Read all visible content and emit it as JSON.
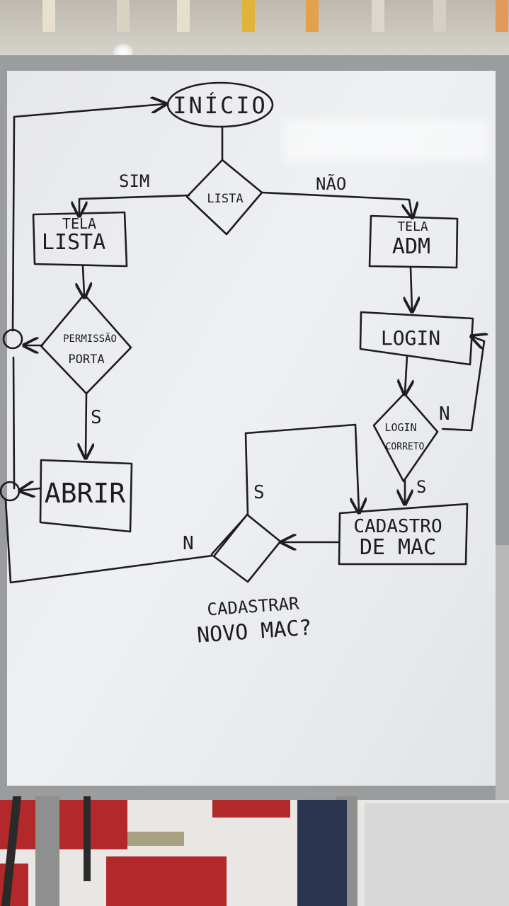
{
  "diagram": {
    "nodes": {
      "inicio": "INÍCIO",
      "lista": "LISTA",
      "tela_lista_1": "TELA",
      "tela_lista_2": "LISTA",
      "tela_adm_1": "TELA",
      "tela_adm_2": "ADM",
      "permissao_1": "PERMISSÃO",
      "permissao_2": "PORTA",
      "login": "LOGIN",
      "login_correto_1": "LOGIN",
      "login_correto_2": "CORRETO",
      "abrir": "ABRIR",
      "cadastro_1": "CADASTRO",
      "cadastro_2": "DE MAC",
      "cadastrar_1": "CADASTRAR",
      "cadastrar_2": "NOVO MAC?"
    },
    "edge_labels": {
      "sim": "SIM",
      "nao": "NÃO",
      "s_permissao": "S",
      "n_login": "N",
      "s_login": "S",
      "s_cadastrar": "S",
      "n_cadastrar": "N"
    }
  },
  "colors": {
    "ink": "#1c1c22",
    "whiteboard": "#eceef0",
    "frame": "#9a9c9e",
    "floor_red": "#b3292b"
  }
}
